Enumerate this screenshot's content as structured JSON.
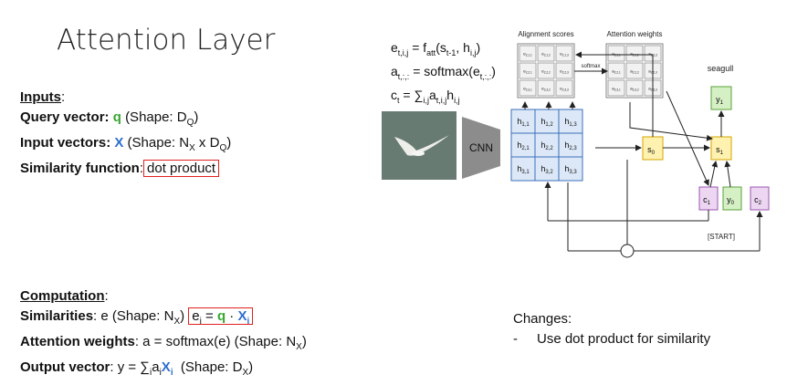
{
  "title": "Attention Layer",
  "inputs": {
    "heading": "Inputs",
    "query_label": "Query vector",
    "query_sym": "q",
    "query_shape": "(Shape: D",
    "query_sub": "Q",
    "input_label": "Input vectors",
    "input_sym": "X",
    "input_shape_a": "(Shape: N",
    "input_sub_a": "X",
    "input_shape_b": " x D",
    "input_sub_b": "Q",
    "sim_label": "Similarity function",
    "sim_value": "dot product"
  },
  "computation": {
    "heading": "Computation",
    "sim_label": "Similarities",
    "sim_text": "e (Shape: N",
    "sim_sub": "X",
    "sim_formula_a": "e",
    "sim_formula_sub": "i",
    "sim_formula_eq": " = ",
    "sim_formula_q": "q",
    "sim_formula_dot": " · ",
    "sim_formula_x": "X",
    "sim_formula_xsub": "i",
    "attn_label": "Attention weights",
    "attn_text": "a = softmax(e)  (Shape: N",
    "attn_sub": "X",
    "out_label": "Output vector",
    "out_text_a": "y = ∑",
    "out_sub_a": "i",
    "out_text_b": "a",
    "out_sub_b": "i",
    "out_x": "X",
    "out_sub_c": "i",
    "out_shape": "  (Shape: D",
    "out_sub_d": "X"
  },
  "changes": {
    "heading": "Changes:",
    "item": "Use dot product for similarity"
  },
  "equations": {
    "e_lhs": "e",
    "e_lhs_sub": "t,i,j",
    "e_rhs_a": " = f",
    "e_rhs_sub_a": "att",
    "e_rhs_b": "(s",
    "e_rhs_sub_b": "t-1",
    "e_rhs_c": ", h",
    "e_rhs_sub_c": "i,j",
    "e_rhs_d": ")",
    "a_lhs": "a",
    "a_lhs_sub": "t,:,:",
    "a_rhs_a": " = softmax(e",
    "a_rhs_sub": "t,:,:",
    "a_rhs_b": ")",
    "c_lhs": "c",
    "c_lhs_sub": "t",
    "c_rhs_a": " = ∑",
    "c_rhs_sub_a": "i,j",
    "c_rhs_b": "a",
    "c_rhs_sub_b": "t,i,j",
    "c_rhs_c": "h",
    "c_rhs_sub_c": "i,j"
  },
  "diagram": {
    "alignment_label": "Alignment scores",
    "attention_label": "Attention weights",
    "softmax_label": "softmax",
    "cnn_label": "CNN",
    "seagull_label": "seagull",
    "start_label": "[START]",
    "h_base": "h",
    "h_subs": [
      [
        "1,1",
        "1,2",
        "1,3"
      ],
      [
        "2,1",
        "2,2",
        "2,3"
      ],
      [
        "3,1",
        "3,2",
        "3,3"
      ]
    ],
    "e_subs": [
      [
        "2,1,1",
        "2,1,2",
        "2,1,3"
      ],
      [
        "2,2,1",
        "2,2,2",
        "2,2,3"
      ],
      [
        "2,3,1",
        "2,3,2",
        "2,3,3"
      ]
    ],
    "s0": "s",
    "s0_sub": "0",
    "s1": "s",
    "s1_sub": "1",
    "y1": "y",
    "y1_sub": "1",
    "y0": "y",
    "y0_sub": "0",
    "c1": "c",
    "c1_sub": "1",
    "c2": "c",
    "c2_sub": "2",
    "colors": {
      "h_fill": "#dce8f7",
      "h_stroke": "#3b6fb8",
      "s_fill": "#fff2b0",
      "s_stroke": "#d6a400",
      "y_fill": "#d6f0c6",
      "y_stroke": "#5aa23a",
      "c_fill": "#ecd6f2",
      "c_stroke": "#9a55b0",
      "cnn_fill": "#8c8c8c"
    }
  }
}
